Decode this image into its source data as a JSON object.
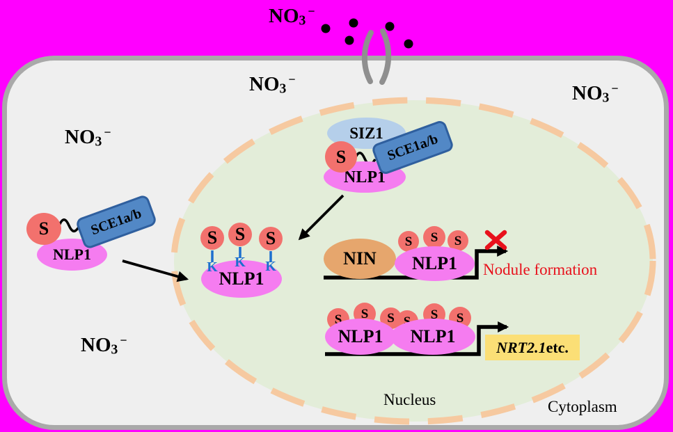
{
  "labels": {
    "no3": {
      "base": "NO",
      "sub": "3",
      "sup": "−"
    },
    "sumo": "S",
    "lysine": "K",
    "nlp1": "NLP1",
    "siz1": "SIZ1",
    "sce1ab": "SCE1a/b",
    "nin": "NIN",
    "nodule_formation": "Nodule formation",
    "nrt21_gene": "NRT2.1",
    "nrt21_suffix": " etc.",
    "nucleus": "Nucleus",
    "cytoplasm": "Cytoplasm"
  },
  "colors": {
    "outside": "#ff00ff",
    "cell_fill": "#efefef",
    "cell_border": "#a9a9a9",
    "nucleus_fill": "#e3edd9",
    "nucleus_border": "#f6c9a0",
    "sumo_fill": "#f2716d",
    "nlp1_fill": "#f57cf0",
    "siz1_fill": "#b5cfea",
    "sce1_fill": "#5288c6",
    "sce1_border": "#2f5f9e",
    "nin_fill": "#e6a66d",
    "gene_box_fill": "#fbdf76",
    "inhibit_red": "#e8111c",
    "lysine_blue": "#1d6fce",
    "channel_gray": "#8f8f8f",
    "arrow_black": "#000000"
  }
}
